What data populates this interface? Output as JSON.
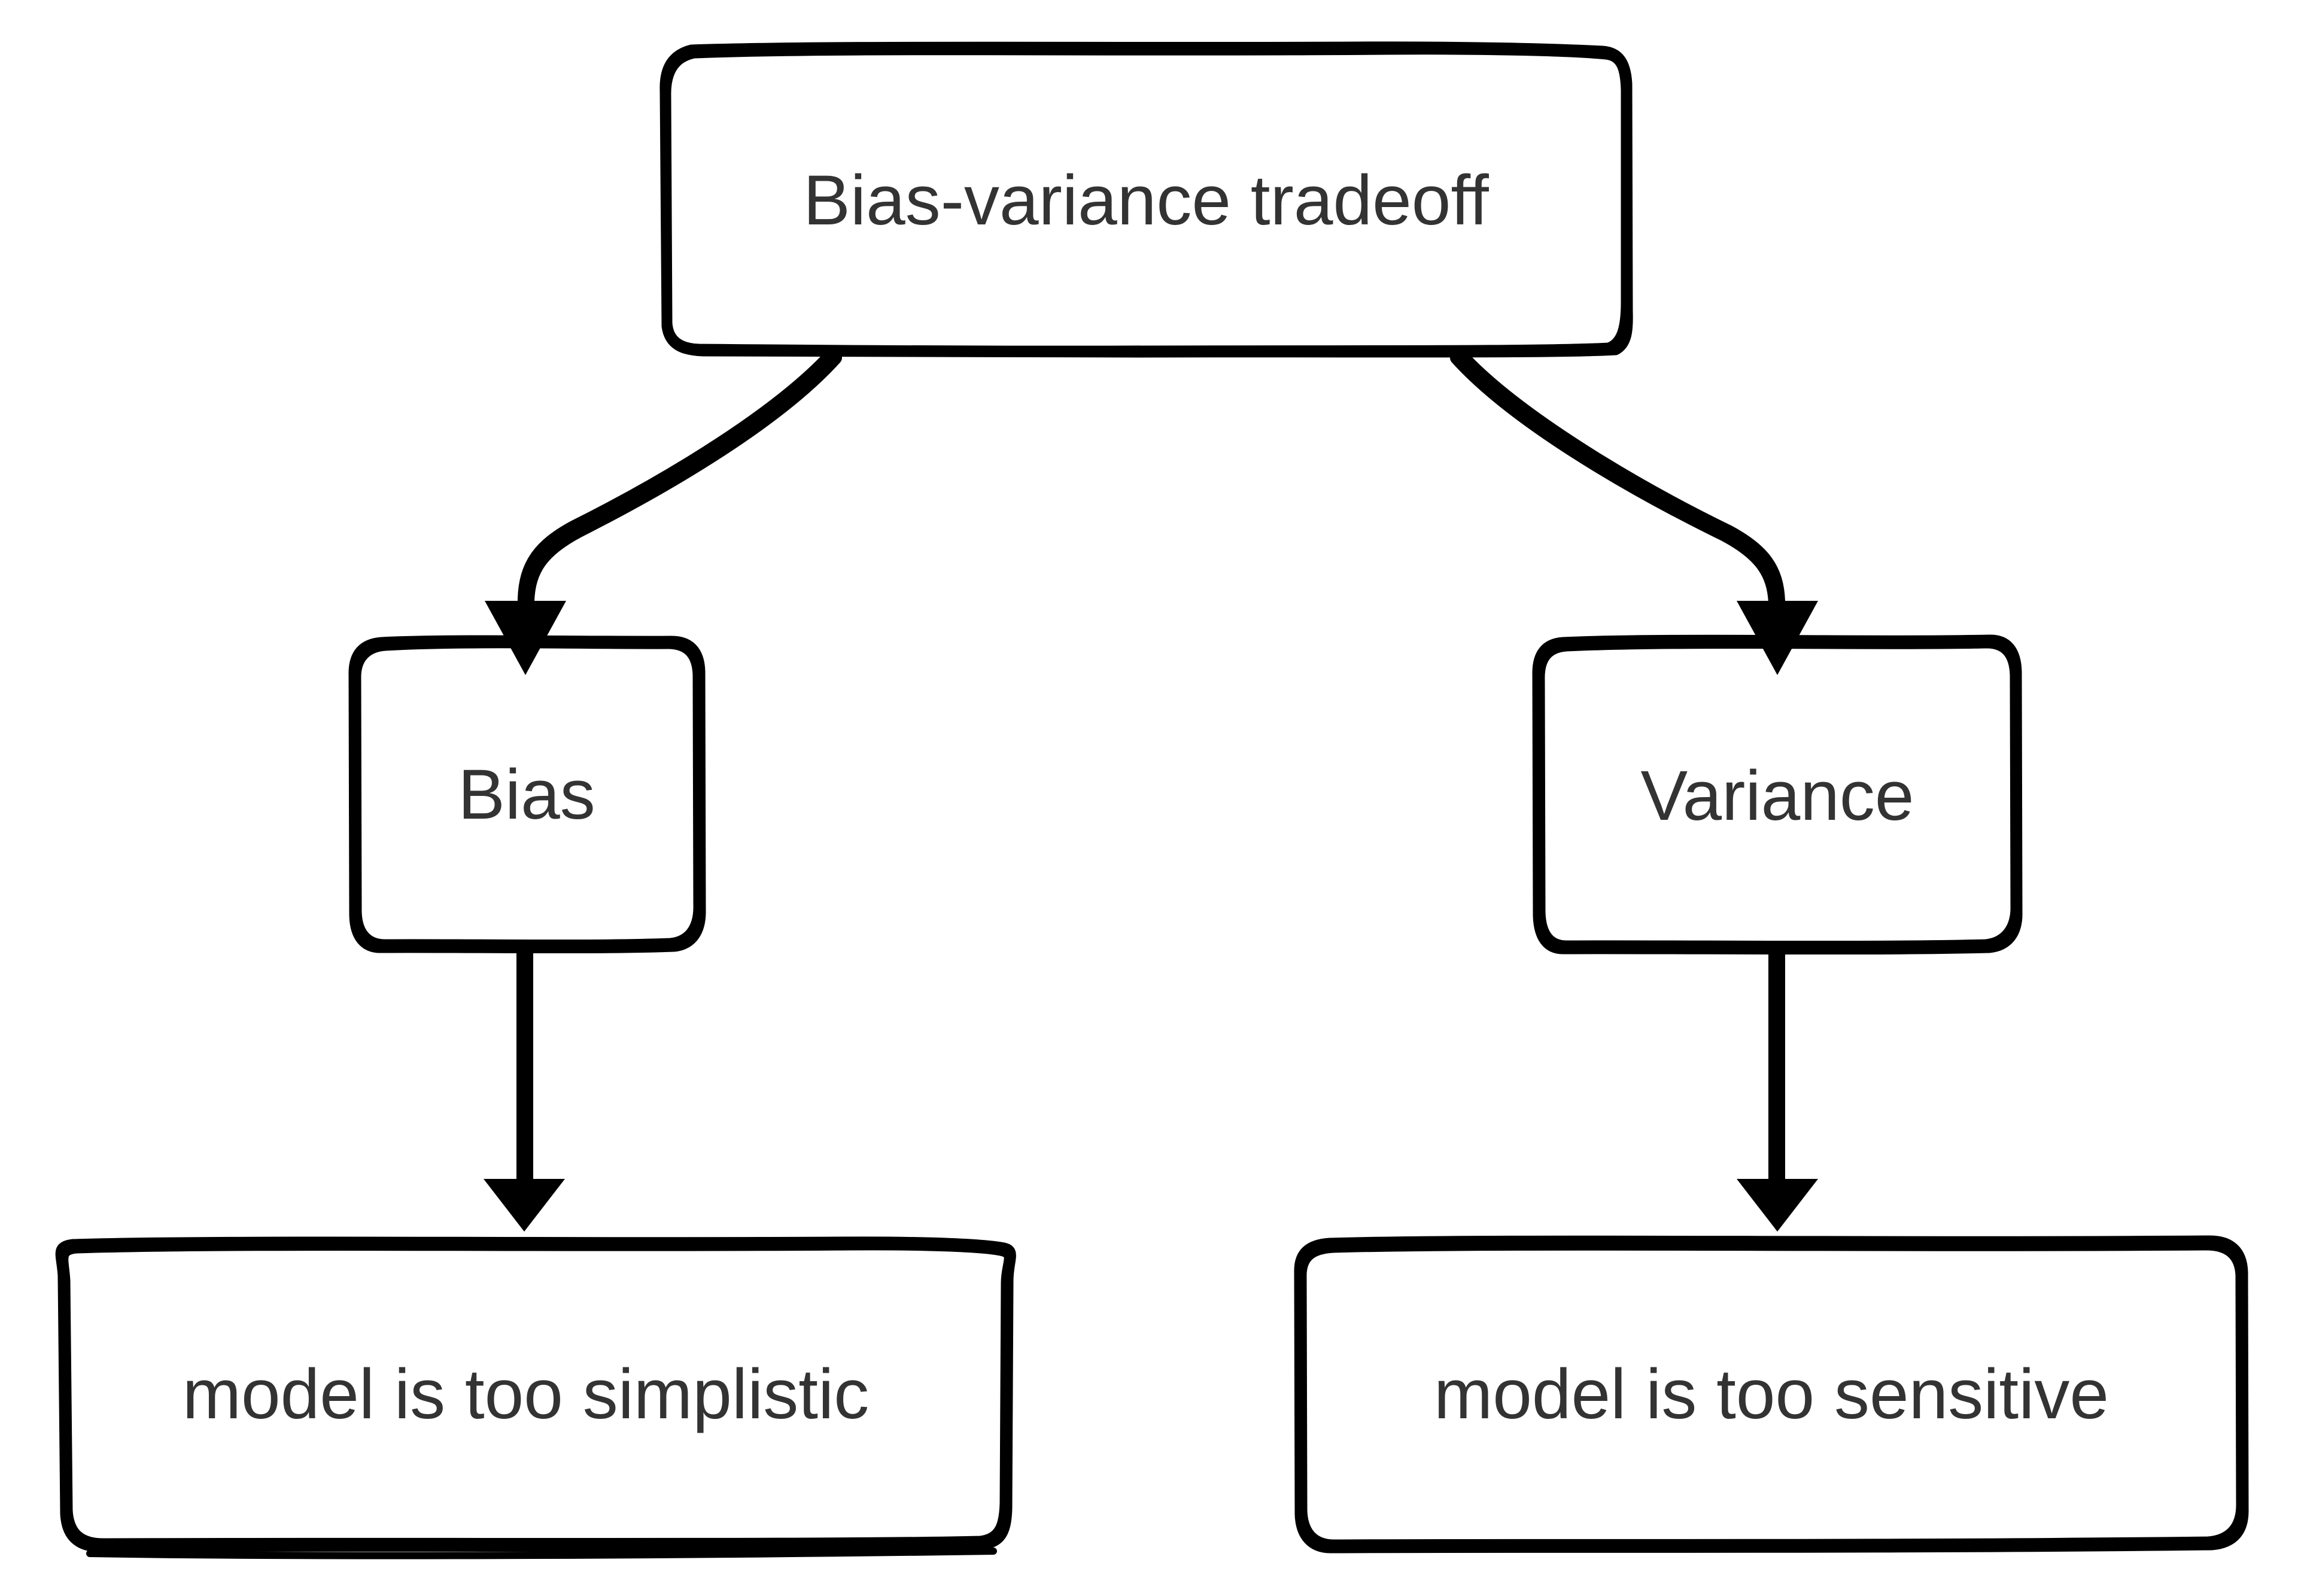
{
  "diagram": {
    "title": "Bias-variance tradeoff",
    "style": "hand-drawn sketch flowchart",
    "background_color": "#ffffff",
    "stroke_color": "#000000",
    "text_color": "#333333",
    "nodes": [
      {
        "id": "root",
        "label": "Bias-variance tradeoff",
        "shape": "rounded-rectangle"
      },
      {
        "id": "bias",
        "label": "Bias",
        "shape": "rounded-rectangle"
      },
      {
        "id": "variance",
        "label": "Variance",
        "shape": "rounded-rectangle"
      },
      {
        "id": "simplistic",
        "label": "model is too simplistic",
        "shape": "rounded-rectangle"
      },
      {
        "id": "sensitive",
        "label": "model is too sensitive",
        "shape": "rounded-rectangle"
      }
    ],
    "edges": [
      {
        "from": "root",
        "to": "bias",
        "label": "",
        "arrowhead": "filled-triangle"
      },
      {
        "from": "root",
        "to": "variance",
        "label": "",
        "arrowhead": "filled-triangle"
      },
      {
        "from": "bias",
        "to": "simplistic",
        "label": "",
        "arrowhead": "filled-triangle"
      },
      {
        "from": "variance",
        "to": "sensitive",
        "label": "",
        "arrowhead": "filled-triangle"
      }
    ]
  }
}
